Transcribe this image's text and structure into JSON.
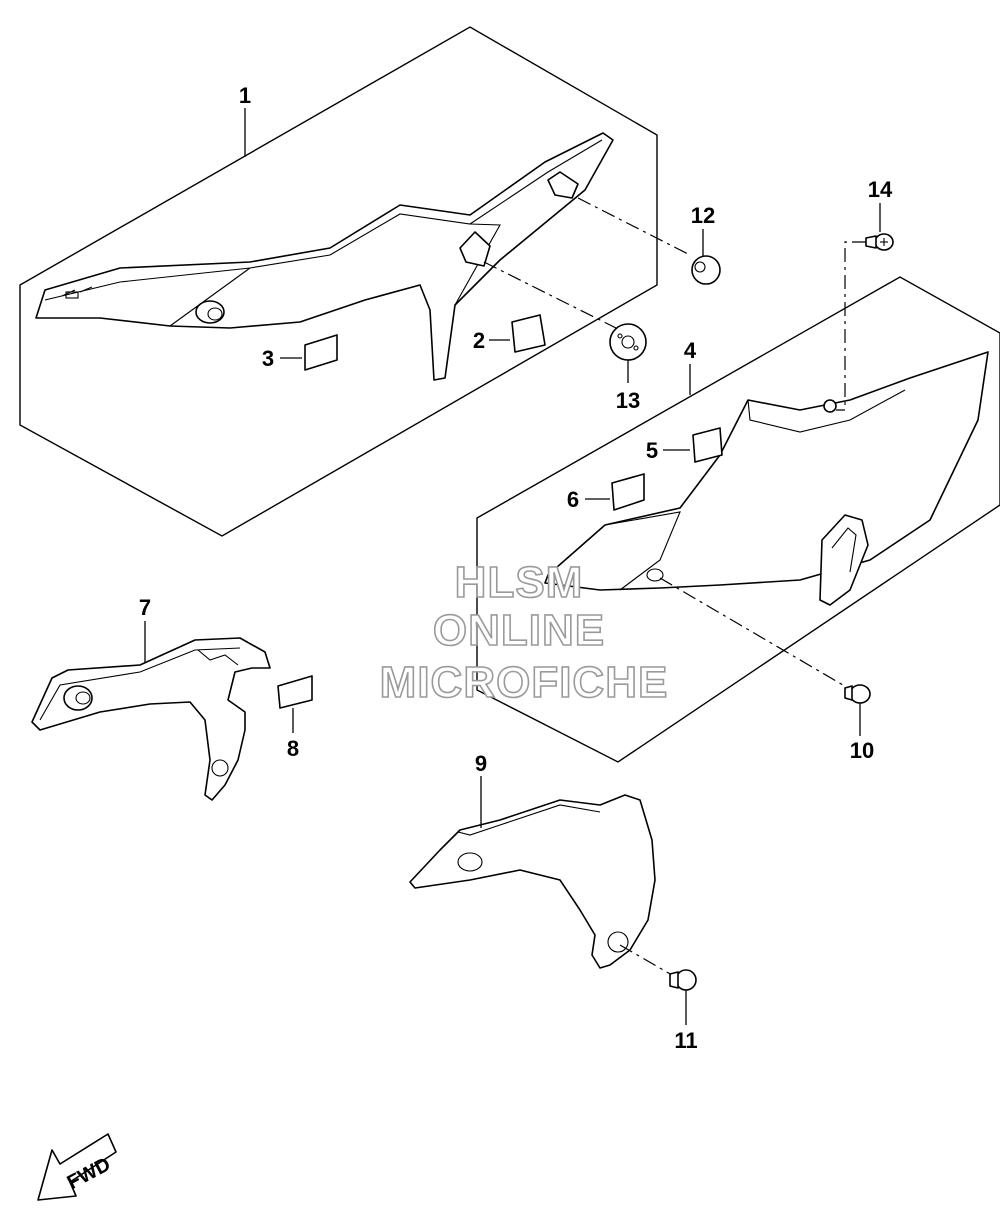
{
  "callouts": {
    "c1": "1",
    "c2": "2",
    "c3": "3",
    "c4": "4",
    "c5": "5",
    "c6": "6",
    "c7": "7",
    "c8": "8",
    "c9": "9",
    "c10": "10",
    "c11": "11",
    "c12": "12",
    "c13": "13",
    "c14": "14"
  },
  "watermark": {
    "line1": "HLSM",
    "line2": "ONLINE",
    "line3": "MICROFICHE"
  },
  "fwd": {
    "label": "FWD"
  }
}
